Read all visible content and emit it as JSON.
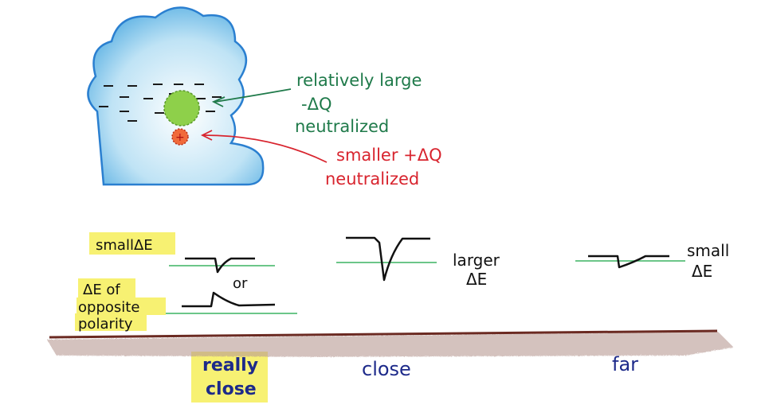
{
  "cloud_labels": {
    "negative_charge": [
      "relatively large",
      "-ΔQ",
      "neutralized"
    ],
    "positive_charge": [
      "smaller +ΔQ",
      "neutralized"
    ]
  },
  "row_labels": {
    "small_delta_e": "smallΔE",
    "opposite_polarity": [
      "ΔE of",
      "opposite",
      "polarity"
    ],
    "or": "or"
  },
  "signal_labels": {
    "larger": [
      "larger",
      "ΔE"
    ],
    "small": [
      "small",
      "ΔE"
    ]
  },
  "distance_labels": {
    "really_close": [
      "really",
      "close"
    ],
    "close": "close",
    "far": "far"
  },
  "colors": {
    "green_text": "#1f7a4a",
    "red_text": "#d8242e",
    "blue_text": "#1d2a8a",
    "ground": "#6b2a22",
    "highlight": "#f6ef5a",
    "cloud_blue": "#5ab4e6",
    "baseline_green": "#3cb462"
  }
}
